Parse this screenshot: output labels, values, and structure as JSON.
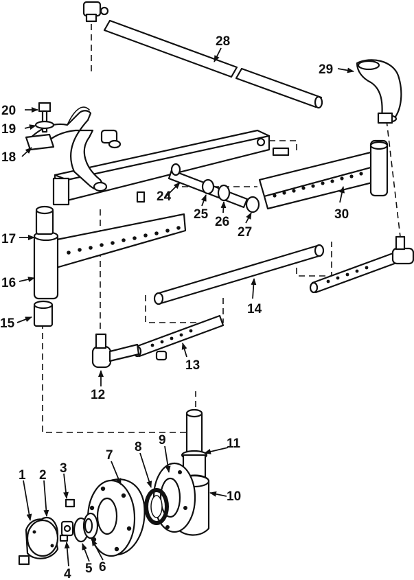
{
  "callouts": {
    "n1": "1",
    "n2": "2",
    "n3": "3",
    "n4": "4",
    "n5": "5",
    "n6": "6",
    "n7": "7",
    "n8": "8",
    "n9": "9",
    "n10": "10",
    "n11": "11",
    "n12": "12",
    "n13": "13",
    "n14": "14",
    "n15": "15",
    "n16": "16",
    "n17": "17",
    "n18": "18",
    "n19": "19",
    "n20": "20",
    "n24": "24",
    "n25": "25",
    "n26": "26",
    "n27": "27",
    "n28": "28",
    "n29": "29",
    "n30": "30"
  },
  "colors": {
    "ink": "#111111",
    "paper": "#ffffff"
  }
}
